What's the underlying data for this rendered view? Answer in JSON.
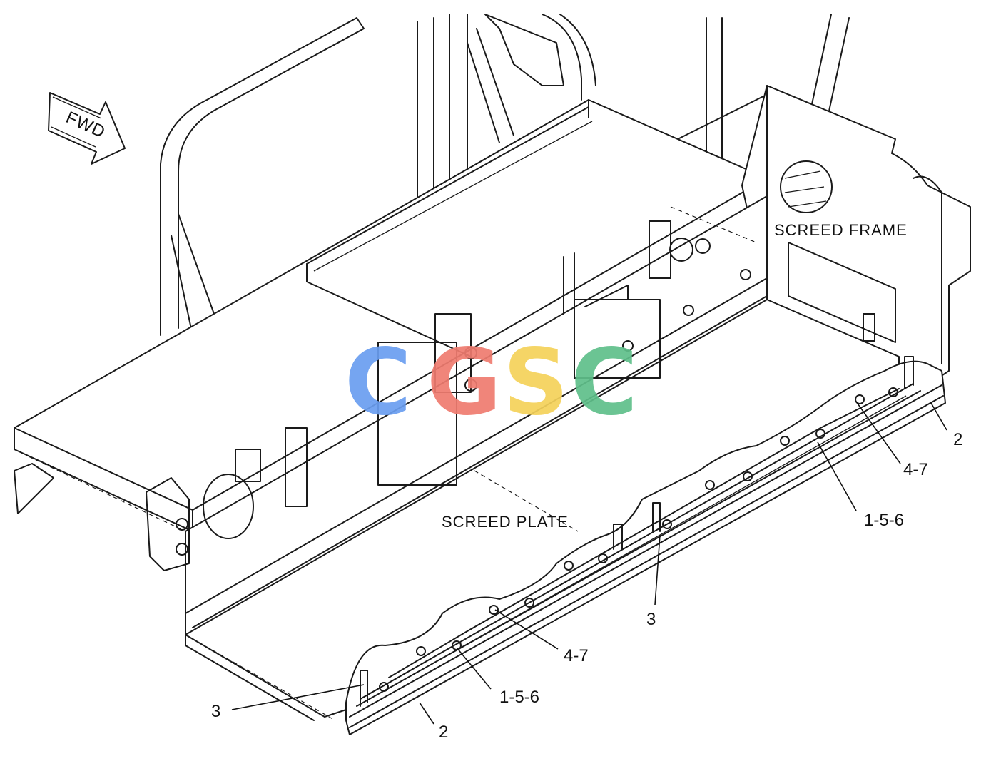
{
  "direction": {
    "label": "FWD"
  },
  "labels": {
    "screed_frame": "SCREED FRAME",
    "screed_plate": "SCREED PLATE"
  },
  "callouts": [
    {
      "text": "2"
    },
    {
      "text": "4-7"
    },
    {
      "text": "1-5-6"
    },
    {
      "text": "3"
    },
    {
      "text": "4-7"
    },
    {
      "text": "1-5-6"
    },
    {
      "text": "3"
    },
    {
      "text": "2"
    }
  ],
  "watermark": {
    "letters": [
      "C",
      "G",
      "S",
      "C"
    ],
    "colors": [
      "#6a9ef0",
      "#ef7b6f",
      "#f5d25a",
      "#5fbf8a"
    ]
  }
}
